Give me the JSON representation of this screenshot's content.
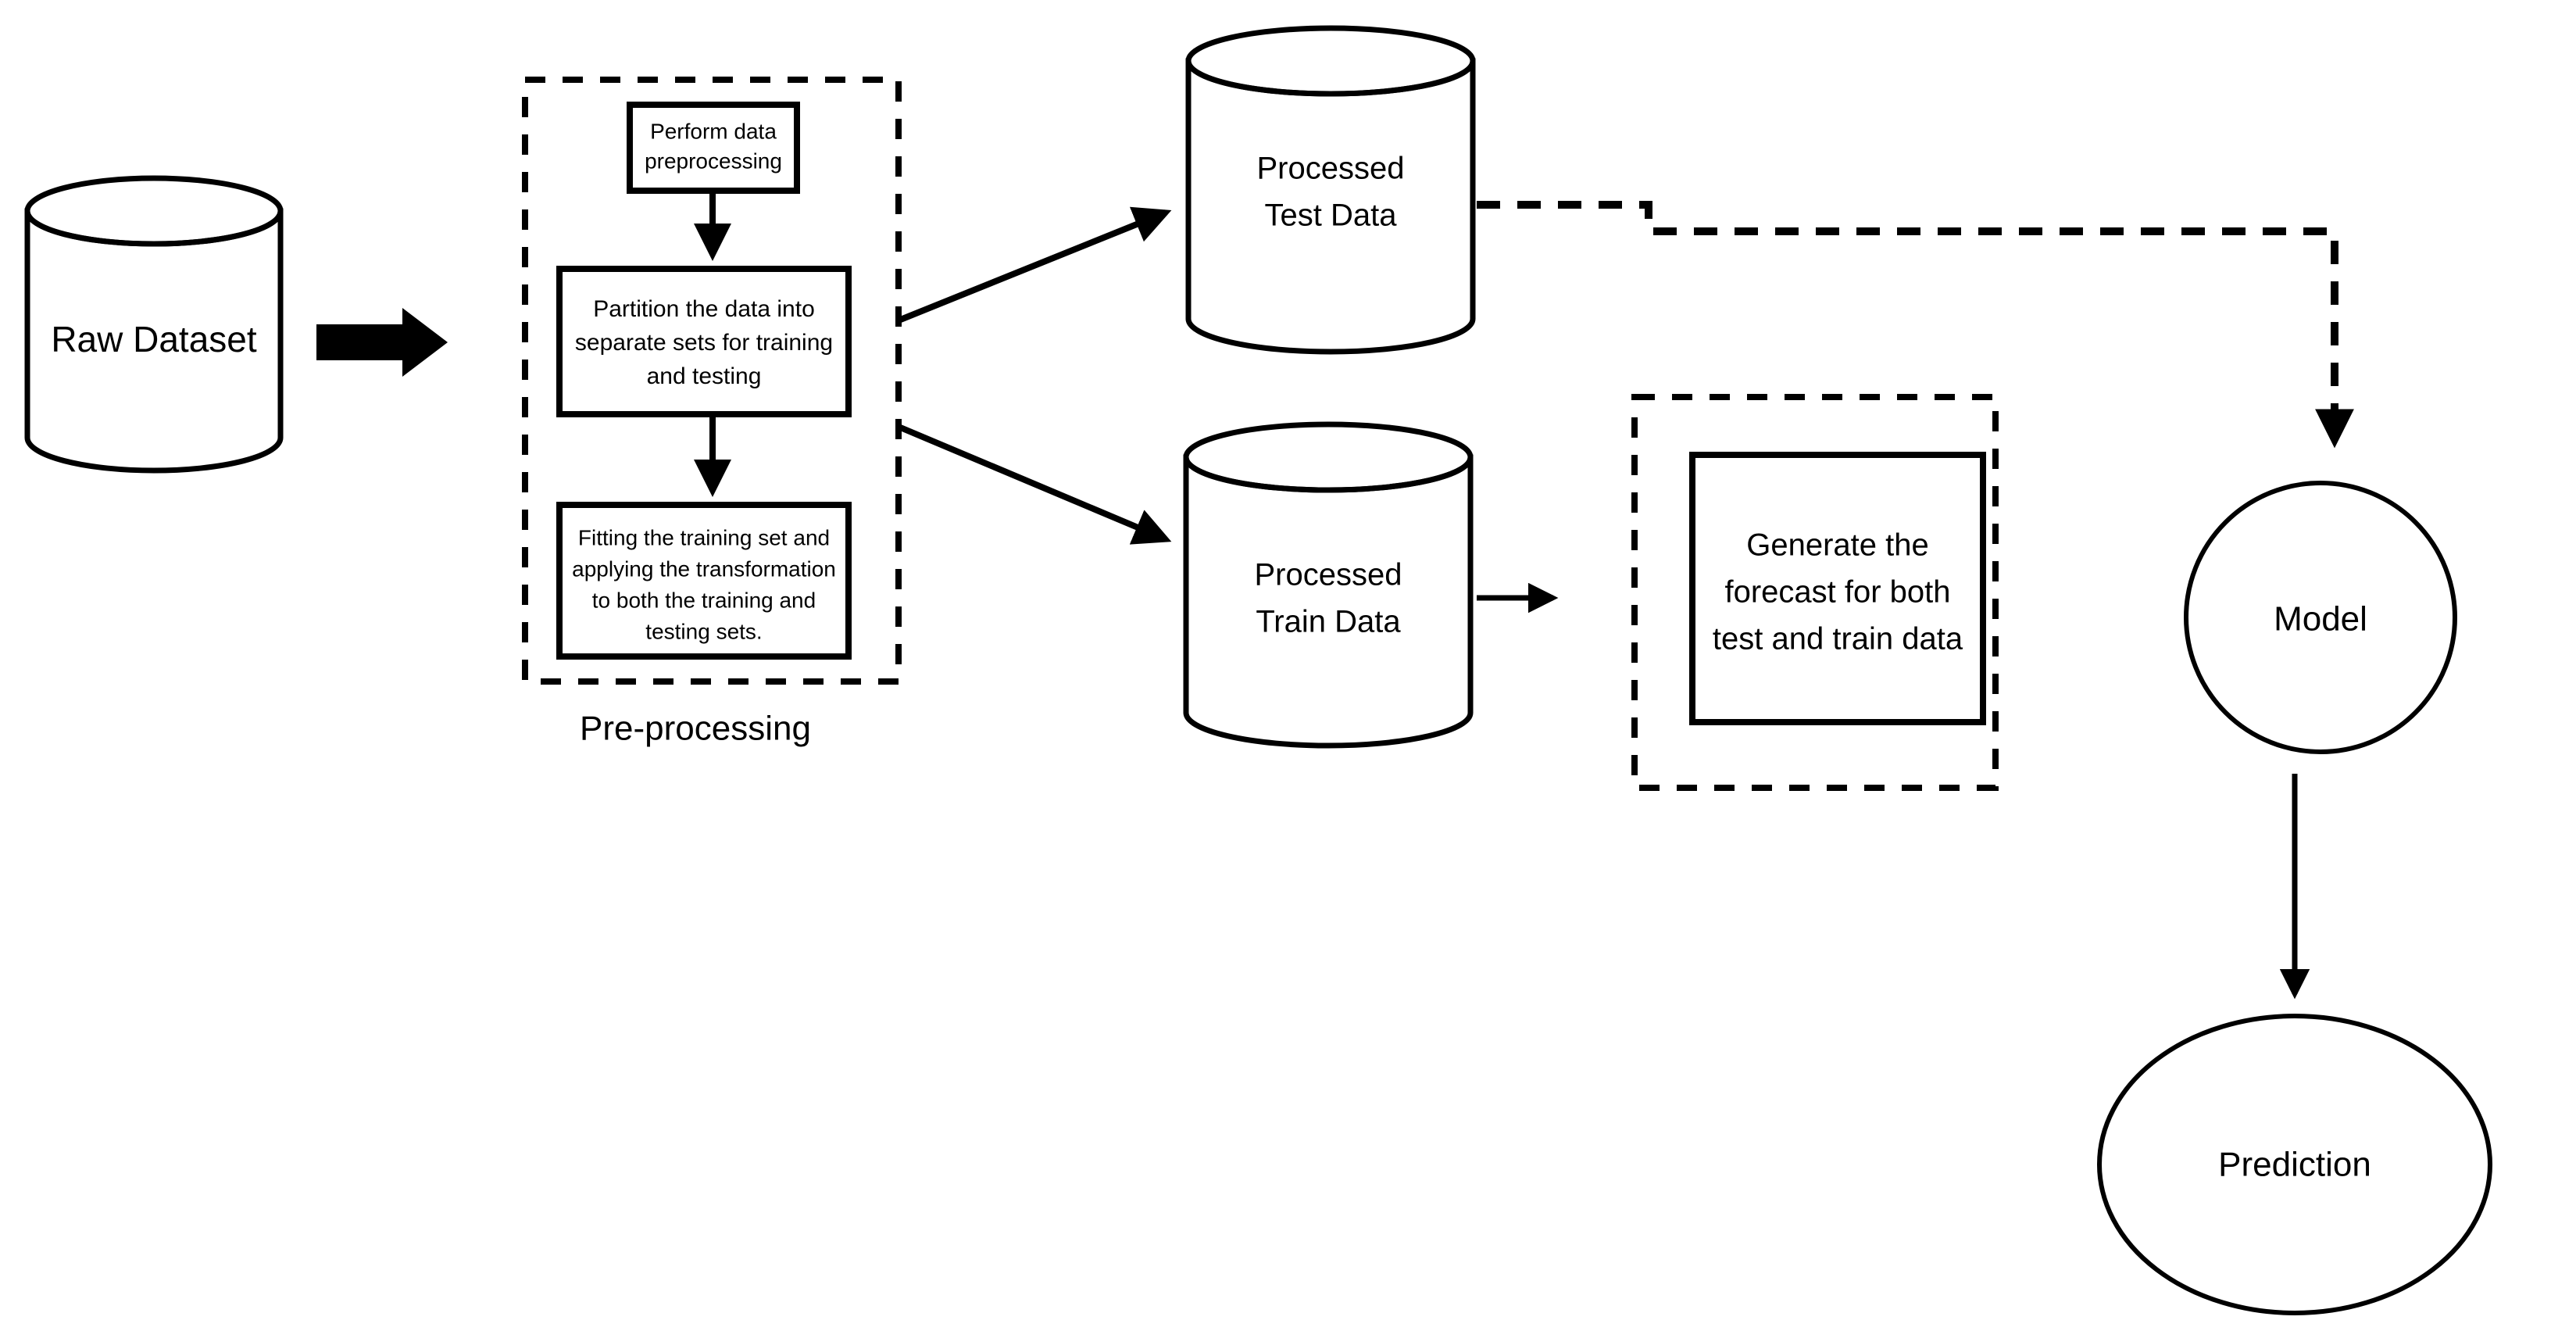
{
  "diagram": {
    "title": "Machine learning forecasting pipeline flowchart",
    "colors": {
      "stroke": "#000000",
      "fill": "#ffffff",
      "background": "#ffffff"
    },
    "nodes": {
      "raw_dataset": {
        "label": "Raw Dataset",
        "shape": "cylinder"
      },
      "perform_preprocessing": {
        "label_line1": "Perform data",
        "label_line2": "preprocessing",
        "shape": "rectangle"
      },
      "partition_data": {
        "label_line1": "Partition the data into",
        "label_line2": "separate sets for training",
        "label_line3": "and testing",
        "shape": "rectangle"
      },
      "fit_transform": {
        "label_line1": "Fitting the training set and",
        "label_line2": "applying the transformation",
        "label_line3": "to both the training and",
        "label_line4": "testing sets.",
        "shape": "rectangle"
      },
      "preprocessing_group": {
        "label": "Pre-processing",
        "shape": "dashed-container"
      },
      "processed_test_data": {
        "label_line1": "Processed",
        "label_line2": "Test Data",
        "shape": "cylinder"
      },
      "processed_train_data": {
        "label_line1": "Processed",
        "label_line2": "Train Data",
        "shape": "cylinder"
      },
      "generate_forecast": {
        "label_line1": "Generate the",
        "label_line2": "forecast for both",
        "label_line3": "test and train data",
        "shape": "rectangle"
      },
      "forecast_group": {
        "label": "",
        "shape": "dashed-container"
      },
      "model": {
        "label": "Model",
        "shape": "circle"
      },
      "prediction": {
        "label": "Prediction",
        "shape": "ellipse"
      }
    },
    "edges": [
      {
        "from": "raw_dataset",
        "to": "preprocessing_group",
        "style": "block-arrow"
      },
      {
        "from": "perform_preprocessing",
        "to": "partition_data",
        "style": "solid-arrow"
      },
      {
        "from": "partition_data",
        "to": "fit_transform",
        "style": "solid-arrow"
      },
      {
        "from": "preprocessing_group",
        "to": "processed_test_data",
        "style": "solid-arrow"
      },
      {
        "from": "preprocessing_group",
        "to": "processed_train_data",
        "style": "solid-arrow"
      },
      {
        "from": "processed_train_data",
        "to": "generate_forecast",
        "style": "solid-arrow"
      },
      {
        "from": "processed_test_data",
        "to": "model",
        "style": "dashed-arrow"
      },
      {
        "from": "model",
        "to": "prediction",
        "style": "solid-arrow"
      }
    ]
  }
}
